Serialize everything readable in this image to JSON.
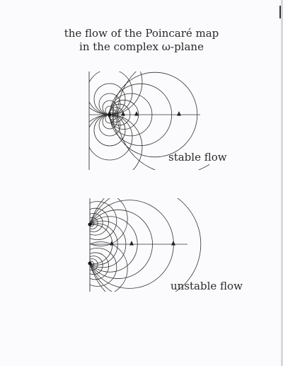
{
  "title": {
    "line1": "the flow of the Poincaré map",
    "line2": "in the complex ω-plane"
  },
  "diagrams": [
    {
      "id": "stable",
      "label": "stable flow",
      "fixed_points": 1
    },
    {
      "id": "unstable",
      "label": "unstable flow",
      "fixed_points": 2
    }
  ],
  "colors": {
    "ink": "#333333",
    "background": "#fbfbfd"
  }
}
